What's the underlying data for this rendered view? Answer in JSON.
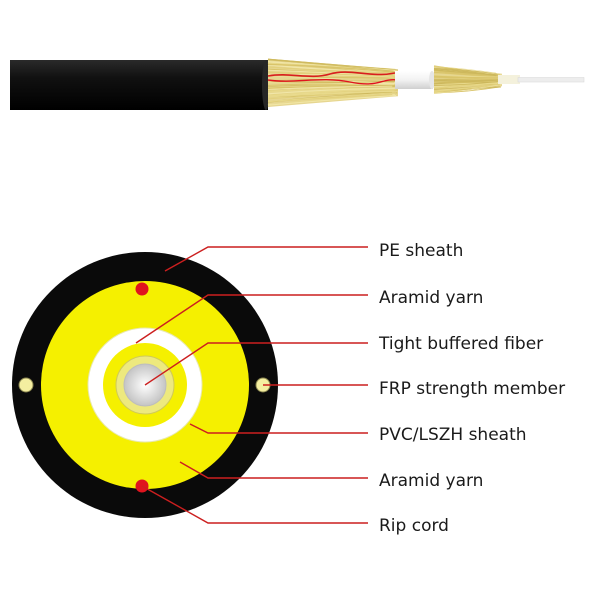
{
  "labels": [
    {
      "id": "pe-sheath",
      "text": "PE sheath"
    },
    {
      "id": "aramid-yarn-inner",
      "text": "Aramid yarn"
    },
    {
      "id": "tight-buffered-fiber",
      "text": "Tight buffered fiber"
    },
    {
      "id": "frp-strength-member",
      "text": "FRP strength member"
    },
    {
      "id": "pvc-lszh-sheath",
      "text": "PVC/LSZH sheath"
    },
    {
      "id": "aramid-yarn-outer",
      "text": "Aramid yarn"
    },
    {
      "id": "rip-cord",
      "text": "Rip cord"
    }
  ],
  "colors": {
    "outer_sheath": "#0a0a0a",
    "aramid": "#f5f000",
    "pvc_sheath": "#ffffff",
    "buffer": "#ede97e",
    "fiber": "#d8d8d8",
    "rip_cord": "#e0141e",
    "frp": "#f4eea0",
    "leader": "#cc1f1f",
    "yarn_strand": "#e0cf7a"
  }
}
